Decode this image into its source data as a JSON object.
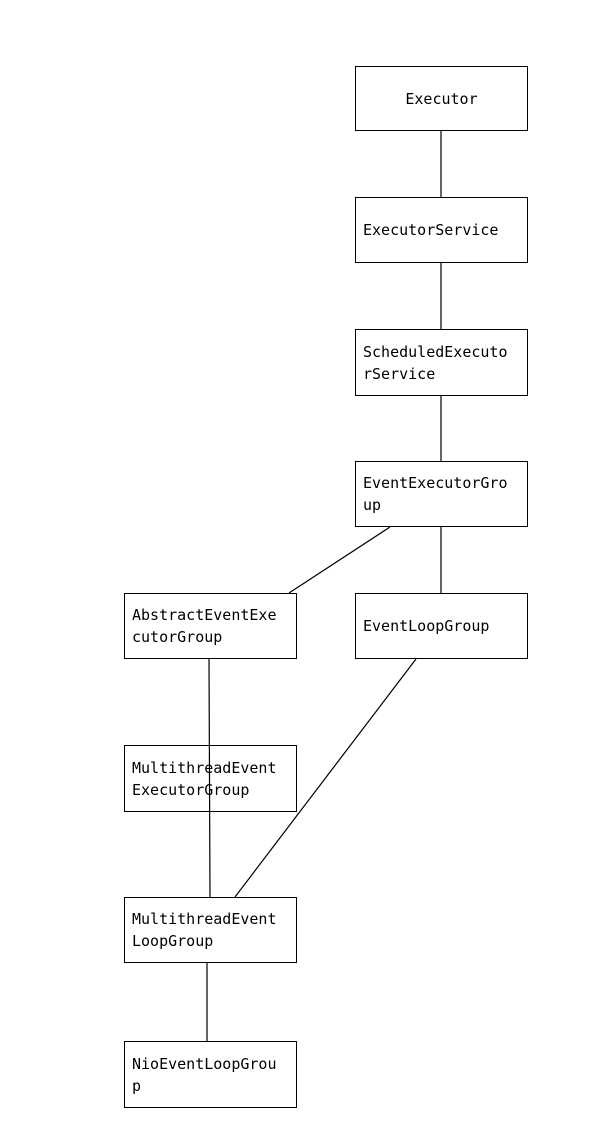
{
  "nodes": {
    "executor": "Executor",
    "executor_service": "ExecutorService",
    "scheduled_executor_service": "ScheduledExecuto\nrService",
    "event_executor_group": "EventExecutorGro\nup",
    "abstract_event_executor_group": "AbstractEventExe\ncutorGroup",
    "event_loop_group": "EventLoopGroup",
    "multithread_event_executor_group": "MultithreadEvent\nExecutorGroup",
    "multithread_event_loop_group": "MultithreadEvent\nLoopGroup",
    "nio_event_loop_group": "NioEventLoopGrou\np"
  }
}
